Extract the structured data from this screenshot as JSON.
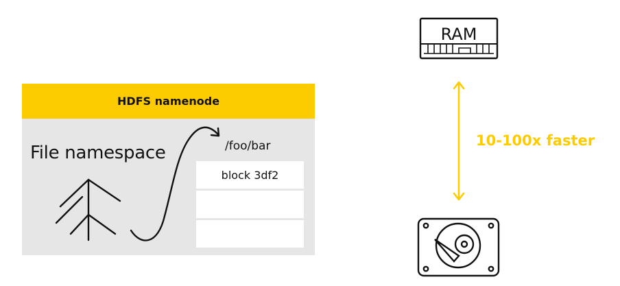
{
  "namenode": {
    "title": "HDFS namenode",
    "namespace_label": "File namespace",
    "path_label": "/foo/bar",
    "blocks": [
      "block 3df2",
      "",
      ""
    ]
  },
  "memory": {
    "ram_label": "RAM"
  },
  "comparison": {
    "speed_label": "10-100x faster"
  },
  "colors": {
    "accent": "#fccb00",
    "panel": "#e6e6e6",
    "ink": "#111111"
  },
  "icons": [
    "ram-icon",
    "hard-disk-icon",
    "tree-icon",
    "curved-arrow-icon",
    "double-arrow-icon"
  ]
}
